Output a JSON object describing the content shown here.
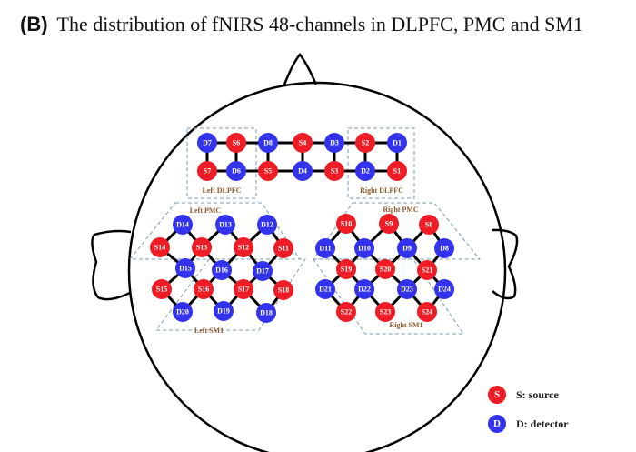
{
  "title": {
    "panel": "(B)",
    "text": "The distribution of  fNIRS 48-channels in DLPFC, PMC and SM1"
  },
  "colors": {
    "source": "#ee1c24",
    "detector": "#3333ee",
    "region_label": "#8b5a2b",
    "region_box": "#7a9ab0"
  },
  "regions": {
    "left_dlpfc": "Left DLPFC",
    "right_dlpfc": "Right DLPFC",
    "left_pmc": "Left PMC",
    "right_pmc": "Right PMC",
    "left_sm1": "Left SM1",
    "right_sm1": "Right SM1"
  },
  "nodes": [
    "D7",
    "S6",
    "D8",
    "S4",
    "D3",
    "S2",
    "D1",
    "S7",
    "D6",
    "S5",
    "D4",
    "S3",
    "D2",
    "S1",
    "D14",
    "D13",
    "D12",
    "S14",
    "S13",
    "S12",
    "S11",
    "D15",
    "D16",
    "D17",
    "S15",
    "S16",
    "S17",
    "S18",
    "D20",
    "D19",
    "D18",
    "S10",
    "S9",
    "S8",
    "D11",
    "D10",
    "D9",
    "D8",
    "S19",
    "S20",
    "S21",
    "D21",
    "D22",
    "D23",
    "D24",
    "S22",
    "S23",
    "S24"
  ],
  "legend": {
    "source_glyph": "S",
    "source_label": "S: source",
    "detector_glyph": "D",
    "detector_label": "D: detector"
  }
}
